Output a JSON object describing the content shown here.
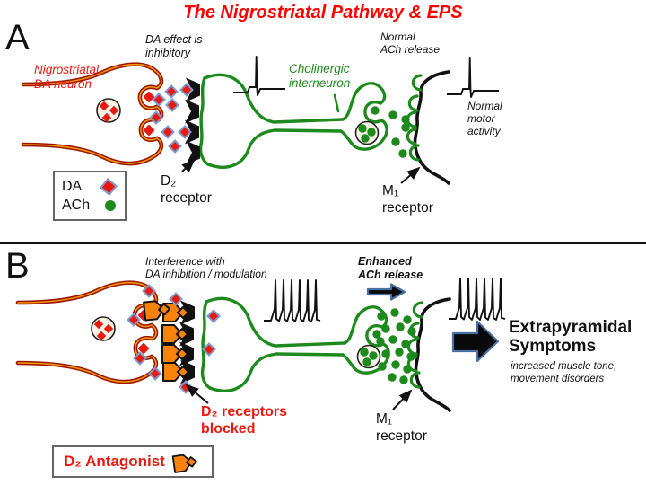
{
  "title": "The Nigrostriatal Pathway & EPS",
  "colors": {
    "title_red": "#ff0000",
    "red": "#e8190f",
    "green": "#1e8a1e",
    "orange": "#f8820a",
    "blue_outline": "#7d9bd0",
    "dark_red": "#9c1500",
    "inner_orange": "#f59b00",
    "black": "#111111",
    "arrow_edge": "#4a6fa5"
  },
  "panel_a": {
    "label": "A",
    "da_neuron": "Nigrostriatal\nDA neuron",
    "da_effect": "DA effect is\ninhibitory",
    "cholinergic": "Cholinergic\ninterneuron",
    "normal_ach": "Normal\nACh release",
    "normal_motor": "Normal\nmotor\nactivity",
    "d2_receptor": "D₂\nreceptor",
    "m1_receptor": "M₁\nreceptor",
    "legend": {
      "da": "DA",
      "ach": "ACh"
    }
  },
  "panel_b": {
    "label": "B",
    "interference": "Interference with\nDA inhibition / modulation",
    "enhanced_ach": "Enhanced\nACh release",
    "d2_blocked": "D₂ receptors\nblocked",
    "m1_receptor": "M₁\nreceptor",
    "eps_title": "Extrapyramidal\nSymptoms",
    "eps_note": "increased muscle tone,\nmovement disorders",
    "antagonist": "D₂ Antagonist"
  }
}
